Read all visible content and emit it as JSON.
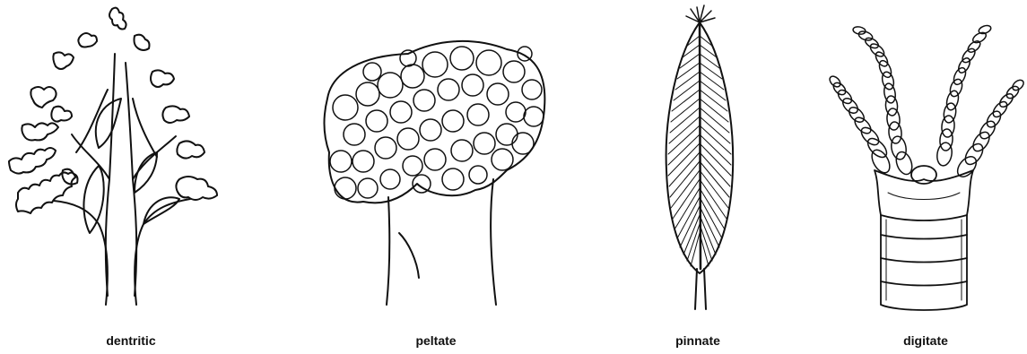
{
  "figures": [
    {
      "id": "dentritic",
      "label": "dentritic"
    },
    {
      "id": "peltate",
      "label": "peltate"
    },
    {
      "id": "pinnate",
      "label": "pinnate"
    },
    {
      "id": "digitate",
      "label": "digitate"
    }
  ],
  "colors": {
    "ink": "#111111",
    "background": "#ffffff"
  }
}
